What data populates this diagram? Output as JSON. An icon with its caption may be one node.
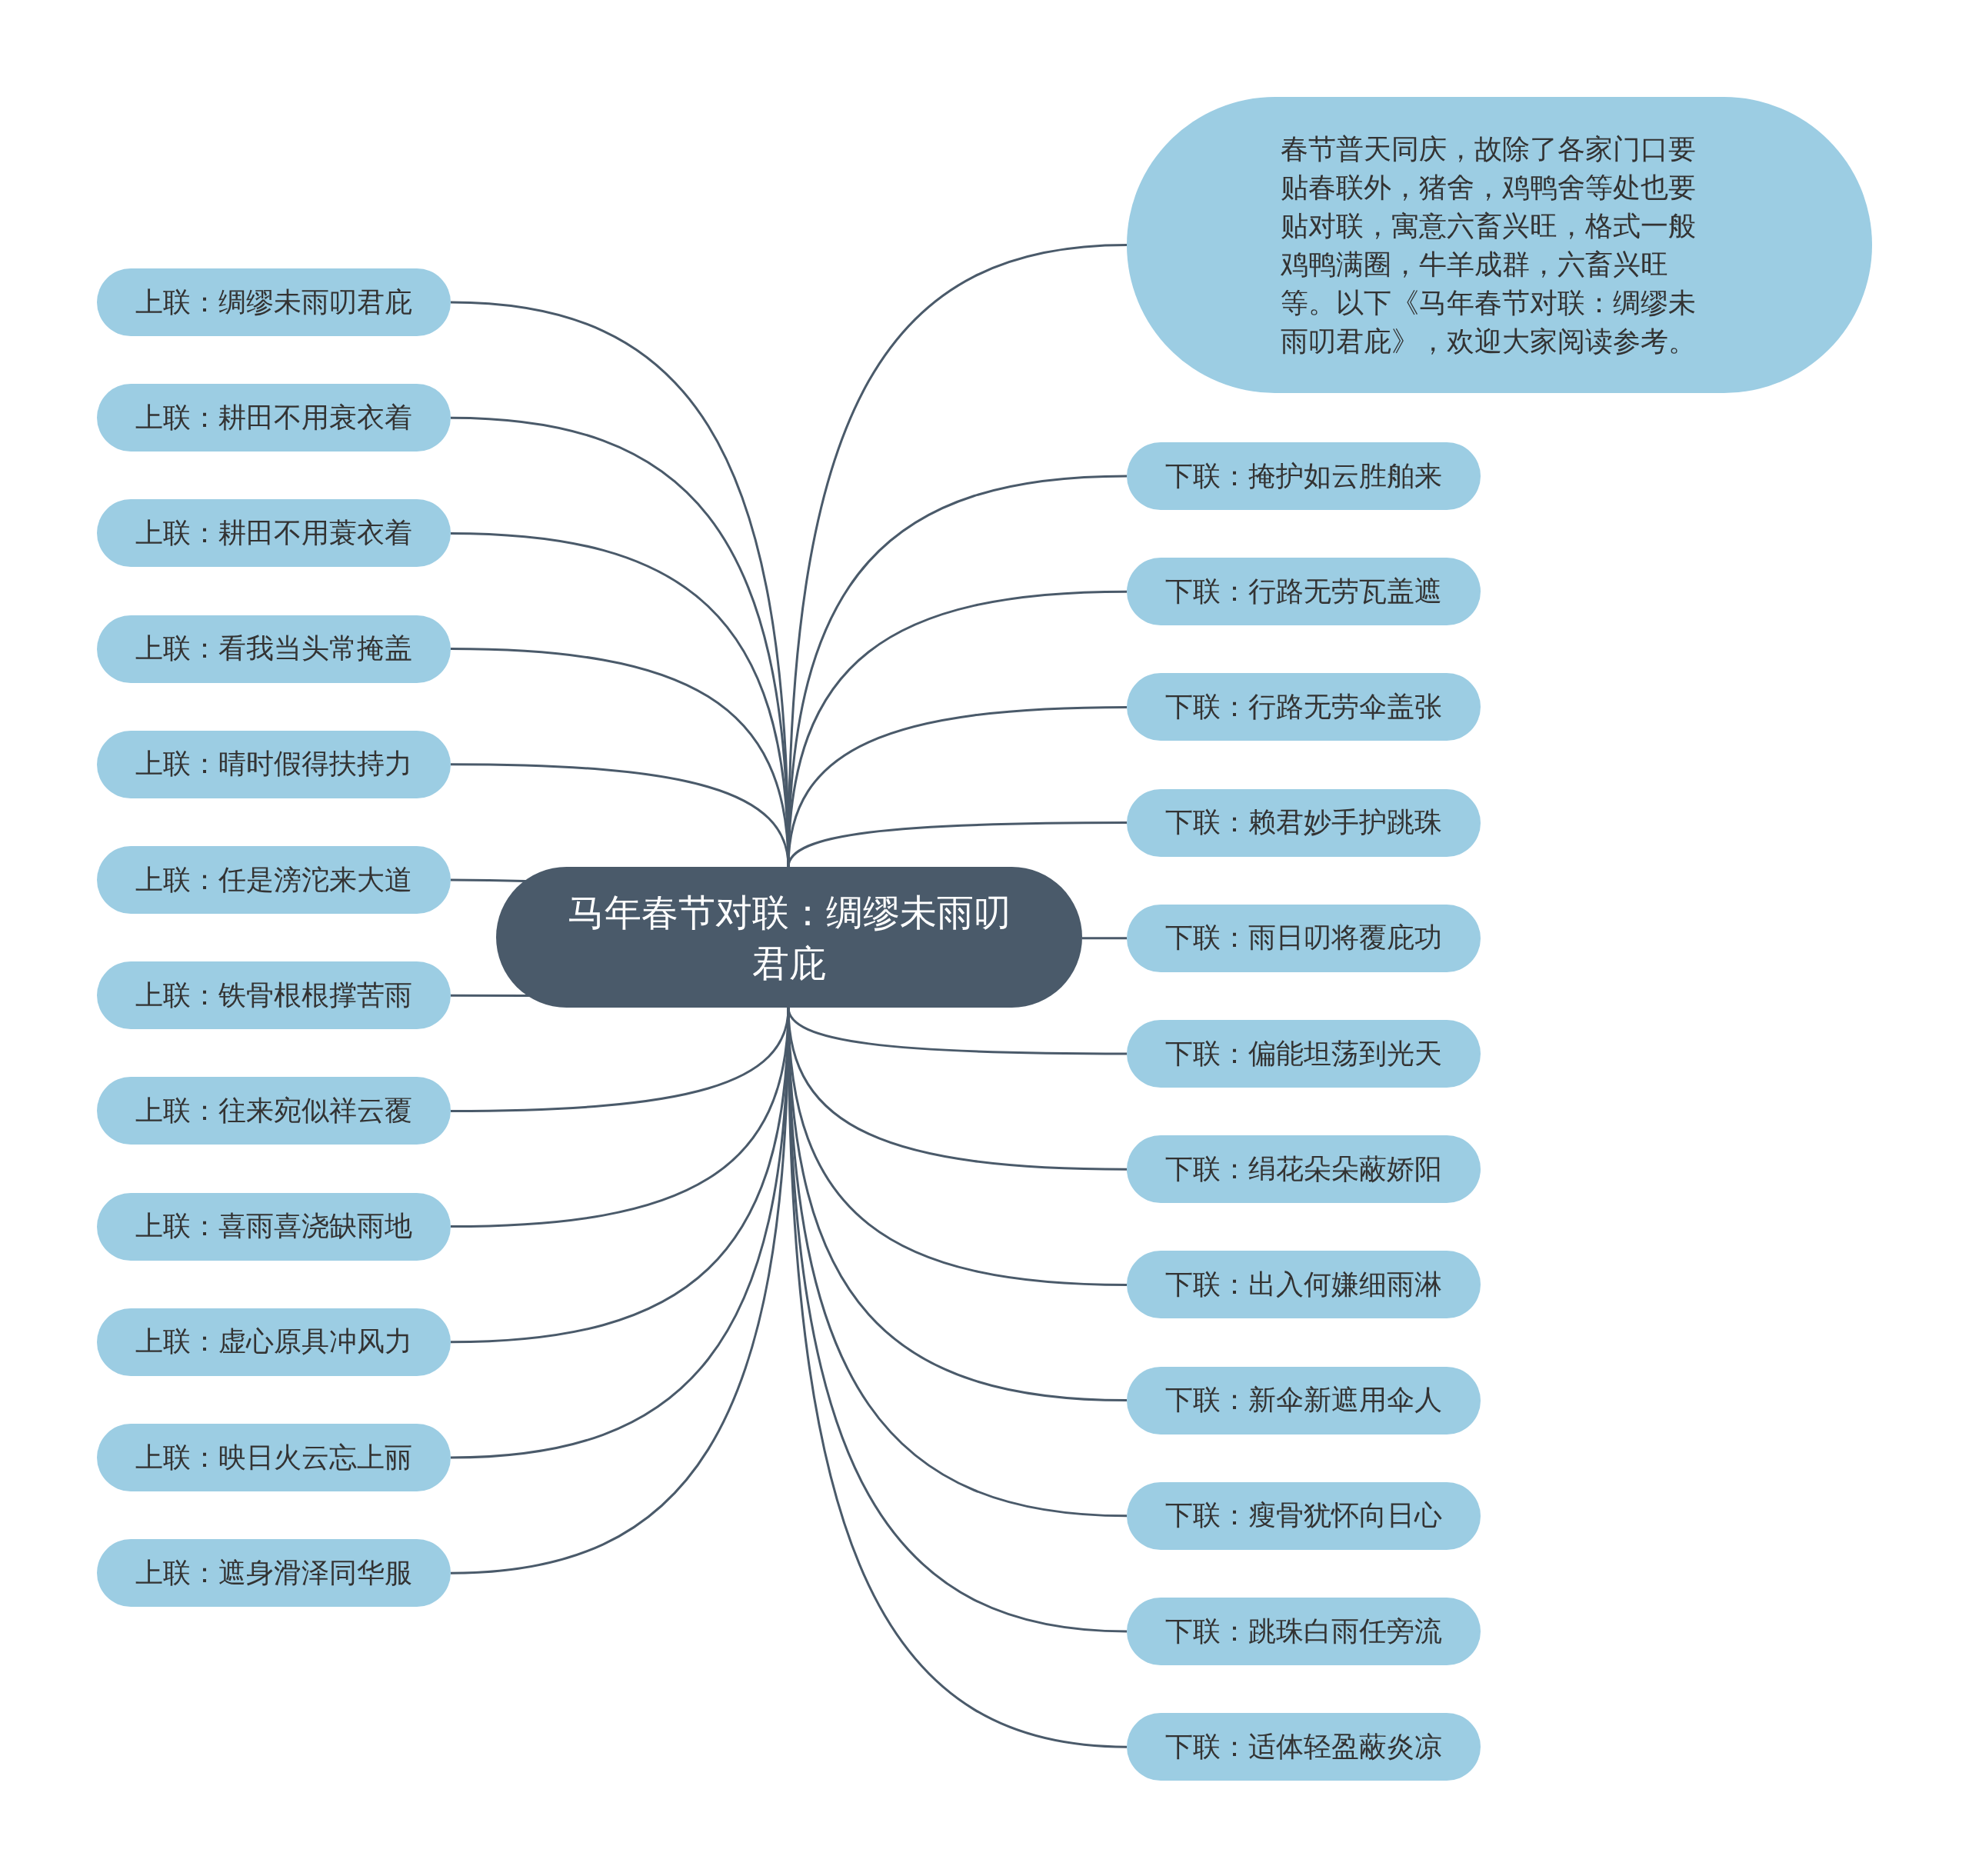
{
  "diagram": {
    "nodes": [
      {
        "text": [
          "马年春节对联：绸缪未雨叨君庇"
        ]
      },
      {
        "text": [
          "春节普天同庆，故除了各家门口要贴春联外，猪舍，鸡鸭舍等处也要贴对联，寓意六畜兴旺，格式一般鸡鸭满圈，牛羊成群，六畜兴旺等。以下《马年春节对联：绸缪未雨叨君庇》，欢迎大家阅读参考。"
        ]
      },
      {
        "text": [
          "上联：绸缪未雨叨君庇"
        ]
      },
      {
        "text": [
          "上联：耕田不用衰衣着"
        ]
      },
      {
        "text": [
          "上联：耕田不用蓑衣着"
        ]
      },
      {
        "text": [
          "上联：看我当头常掩盖"
        ]
      },
      {
        "text": [
          "上联：晴时假得扶持力"
        ]
      },
      {
        "text": [
          "上联：任是滂沱来大道"
        ]
      },
      {
        "text": [
          "上联：铁骨根根撑苦雨"
        ]
      },
      {
        "text": [
          "上联：往来宛似祥云覆"
        ]
      },
      {
        "text": [
          "上联：喜雨喜浇缺雨地"
        ]
      },
      {
        "text": [
          "上联：虚心原具冲风力"
        ]
      },
      {
        "text": [
          "上联：映日火云忘上丽"
        ]
      },
      {
        "text": [
          "上联：遮身滑泽同华服"
        ]
      },
      {
        "text": [
          "下联：掩护如云胜舶来"
        ]
      },
      {
        "text": [
          "下联：行路无劳瓦盖遮"
        ]
      },
      {
        "text": [
          "下联：行路无劳伞盖张"
        ]
      },
      {
        "text": [
          "下联：赖君妙手护跳珠"
        ]
      },
      {
        "text": [
          "下联：雨日叨将覆庇功"
        ]
      },
      {
        "text": [
          "下联：偏能坦荡到光天"
        ]
      },
      {
        "text": [
          "下联：绢花朵朵蔽娇阳"
        ]
      },
      {
        "text": [
          "下联：出入何嫌细雨淋"
        ]
      },
      {
        "text": [
          "下联：新伞新遮用伞人"
        ]
      },
      {
        "text": [
          "下联：瘦骨犹怀向日心"
        ]
      },
      {
        "text": [
          "下联：跳珠白雨任旁流"
        ]
      },
      {
        "text": [
          "下联：适体轻盈蔽炎凉"
        ]
      }
    ],
    "edges": [
      {
        "from": 0,
        "to": 1,
        "arrow": "none"
      },
      {
        "from": 0,
        "to": 2,
        "arrow": "none"
      },
      {
        "from": 0,
        "to": 3,
        "arrow": "none"
      },
      {
        "from": 0,
        "to": 4,
        "arrow": "none"
      },
      {
        "from": 0,
        "to": 5,
        "arrow": "none"
      },
      {
        "from": 0,
        "to": 6,
        "arrow": "none"
      },
      {
        "from": 0,
        "to": 7,
        "arrow": "none"
      },
      {
        "from": 0,
        "to": 8,
        "arrow": "none"
      },
      {
        "from": 0,
        "to": 9,
        "arrow": "none"
      },
      {
        "from": 0,
        "to": 10,
        "arrow": "none"
      },
      {
        "from": 0,
        "to": 11,
        "arrow": "none"
      },
      {
        "from": 0,
        "to": 12,
        "arrow": "none"
      },
      {
        "from": 0,
        "to": 13,
        "arrow": "none"
      },
      {
        "from": 0,
        "to": 14,
        "arrow": "none"
      },
      {
        "from": 0,
        "to": 15,
        "arrow": "none"
      },
      {
        "from": 0,
        "to": 16,
        "arrow": "none"
      },
      {
        "from": 0,
        "to": 17,
        "arrow": "none"
      },
      {
        "from": 0,
        "to": 18,
        "arrow": "none"
      },
      {
        "from": 0,
        "to": 19,
        "arrow": "none"
      },
      {
        "from": 0,
        "to": 20,
        "arrow": "none"
      },
      {
        "from": 0,
        "to": 21,
        "arrow": "none"
      },
      {
        "from": 0,
        "to": 22,
        "arrow": "none"
      },
      {
        "from": 0,
        "to": 23,
        "arrow": "none"
      },
      {
        "from": 0,
        "to": 24,
        "arrow": "none"
      },
      {
        "from": 0,
        "to": 25,
        "arrow": "none"
      }
    ]
  }
}
